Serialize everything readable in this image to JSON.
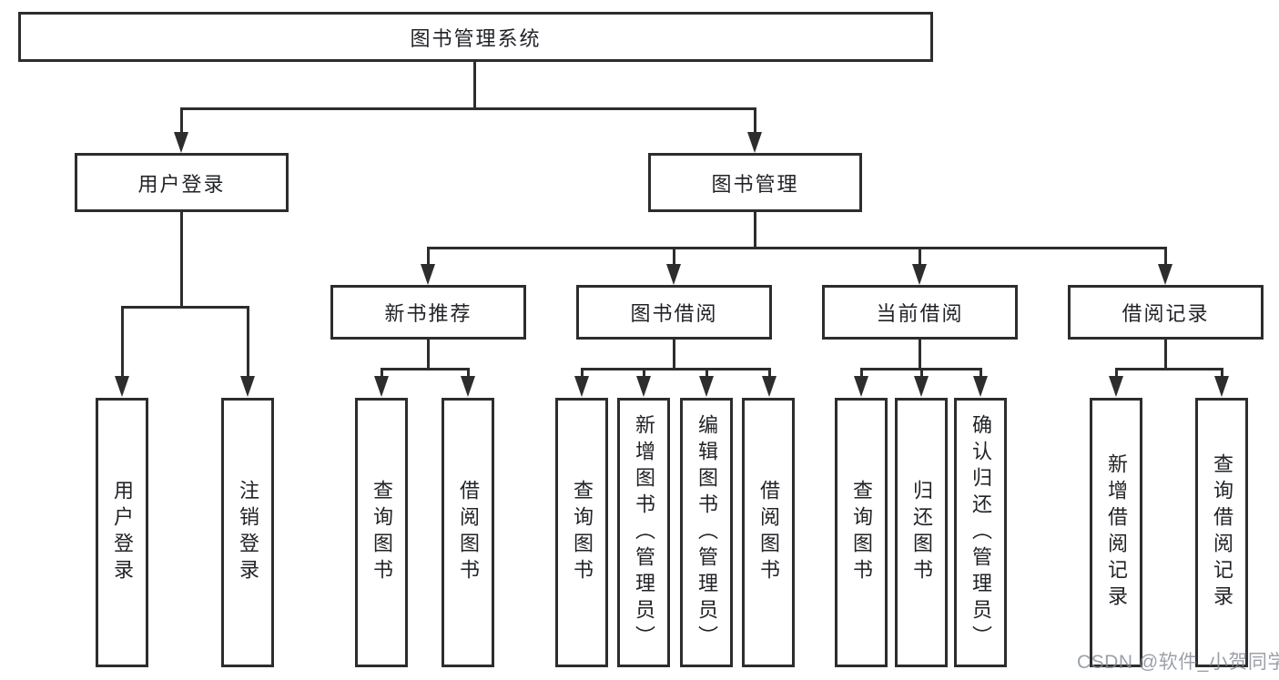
{
  "colors": {
    "line": "#2d2d2d",
    "text": "#222327",
    "background": "#ffffff",
    "watermark": "#878c97"
  },
  "tree": {
    "label": "图书管理系统",
    "children": [
      {
        "label": "用户登录",
        "children": [
          {
            "label": "用户登录"
          },
          {
            "label": "注销登录"
          }
        ]
      },
      {
        "label": "图书管理",
        "children": [
          {
            "label": "新书推荐",
            "children": [
              {
                "label": "查询图书"
              },
              {
                "label": "借阅图书"
              }
            ]
          },
          {
            "label": "图书借阅",
            "children": [
              {
                "label": "查询图书"
              },
              {
                "label": "新增图书（管理员）"
              },
              {
                "label": "编辑图书（管理员）"
              },
              {
                "label": "借阅图书"
              }
            ]
          },
          {
            "label": "当前借阅",
            "children": [
              {
                "label": "查询图书"
              },
              {
                "label": "归还图书"
              },
              {
                "label": "确认归还（管理员）"
              }
            ]
          },
          {
            "label": "借阅记录",
            "children": [
              {
                "label": "新增借阅记录"
              },
              {
                "label": "查询借阅记录"
              }
            ]
          }
        ]
      }
    ]
  },
  "watermark": {
    "text": "CSDN @软件_小贺同学"
  }
}
